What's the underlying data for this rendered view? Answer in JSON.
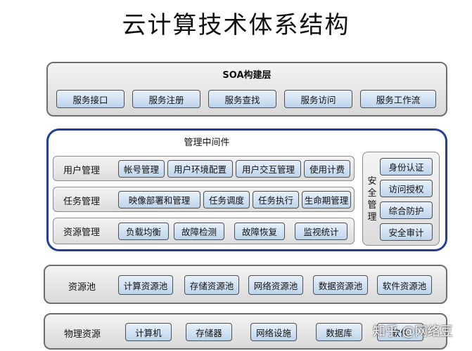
{
  "title": "云计算技术体系结构",
  "soa": {
    "label": "SOA构建层",
    "items": [
      "服务接口",
      "服务注册",
      "服务查找",
      "服务访问",
      "服务工作流"
    ]
  },
  "middleware": {
    "label": "管理中间件",
    "user": {
      "label": "用户管理",
      "items": [
        "帐号管理",
        "用户环境配置",
        "用户交互管理",
        "使用计费"
      ]
    },
    "task": {
      "label": "任务管理",
      "items": [
        "映像部署和管理",
        "任务调度",
        "任务执行",
        "生命期管理"
      ]
    },
    "resource": {
      "label": "资源管理",
      "items": [
        "负载均衡",
        "故障检测",
        "故障恢复",
        "监视统计"
      ]
    },
    "security": {
      "label": "安全管理",
      "items": [
        "身份认证",
        "访问授权",
        "综合防护",
        "安全审计"
      ]
    }
  },
  "pool": {
    "label": "资源池",
    "items": [
      "计算资源池",
      "存储资源池",
      "网络资源池",
      "数据资源池",
      "软件资源池"
    ]
  },
  "physical": {
    "label": "物理资源",
    "items": [
      "计算机",
      "存储器",
      "网络设施",
      "数据库",
      "软件"
    ]
  },
  "watermark": "知乎 @网络豆"
}
